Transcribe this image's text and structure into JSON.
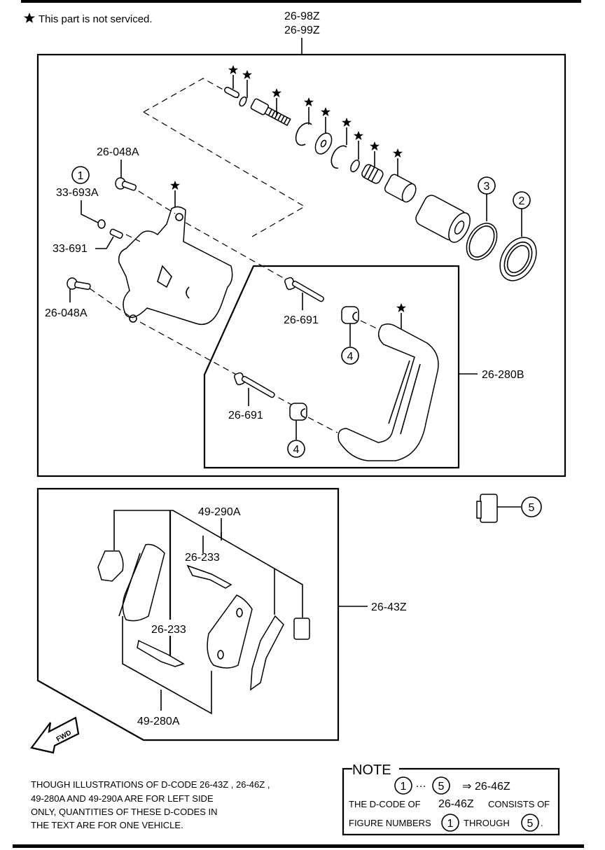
{
  "legend": {
    "star_text": "This part is not serviced."
  },
  "labels": {
    "assembly_top": [
      "26-98Z",
      "26-99Z"
    ],
    "bolt_upper": "26-048A",
    "bolt_lower": "26-048A",
    "cap": "33-693A",
    "bleeder": "33-691",
    "guide_pin_upper": "26-691",
    "guide_pin_lower": "26-691",
    "bracket": "26-280B",
    "pad_kit": "26-43Z",
    "pad_outer": "49-290A",
    "pad_inner": "49-280A",
    "clip_upper": "26-233",
    "clip_lower": "26-233"
  },
  "figure_numbers": {
    "cap": "1",
    "dust_seal": "2",
    "piston_seal": "3",
    "boot_upper": "4",
    "boot_lower": "4",
    "shim": "5"
  },
  "fwd_arrow": "FWD",
  "footnote": [
    "THOUGH ILLUSTRATIONS OF D-CODE 26-43Z , 26-46Z ,",
    "49-280A  AND  49-290A  ARE FOR LEFT SIDE",
    "ONLY, QUANTITIES OF THESE D-CODES IN",
    "THE TEXT ARE FOR ONE VEHICLE."
  ],
  "note": {
    "title": "NOTE",
    "range_start": "1",
    "range_sep": "…",
    "range_end": "5",
    "arrow": "⇒",
    "kit_code": "26-46Z",
    "line2_pre": "THE D-CODE OF",
    "line2_code": "26-46Z",
    "line2_post": "CONSISTS OF",
    "line3_pre": "FIGURE NUMBERS",
    "line3_start": "1",
    "line3_mid": "THROUGH",
    "line3_end": "5",
    "line3_post": "."
  }
}
